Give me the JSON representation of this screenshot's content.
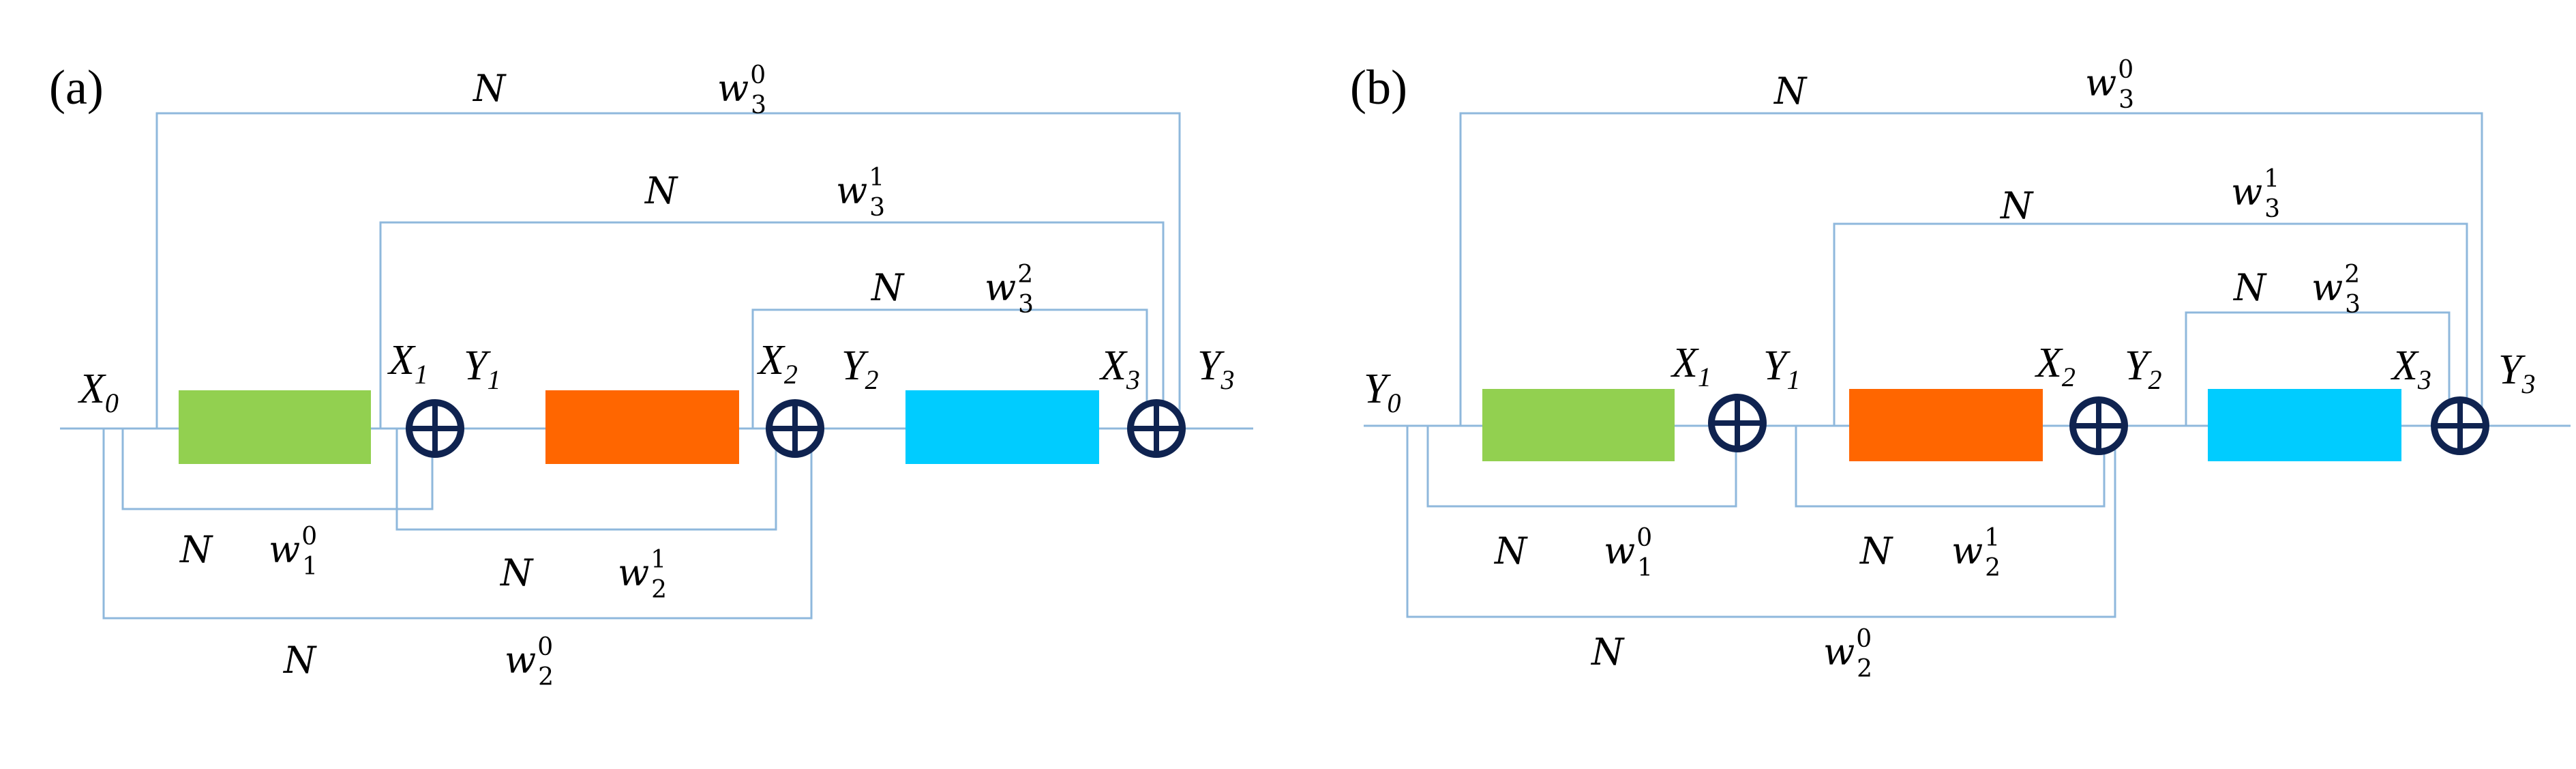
{
  "colors": {
    "wire": "#8fb8dc",
    "block1": "#92d050",
    "block2": "#ff6600",
    "block3": "#00ccff",
    "adder": "#0f2350"
  },
  "icons": {
    "adder": "circled-plus-icon"
  },
  "panels": [
    {
      "label": "(a)",
      "nodes": [
        {
          "base": "X",
          "sub": "0"
        },
        {
          "base": "X",
          "sub": "1"
        },
        {
          "base": "Y",
          "sub": "1"
        },
        {
          "base": "X",
          "sub": "2"
        },
        {
          "base": "Y",
          "sub": "2"
        },
        {
          "base": "X",
          "sub": "3"
        },
        {
          "base": "Y",
          "sub": "3"
        }
      ],
      "connections": [
        {
          "n": "N",
          "w": "w",
          "sup": "0",
          "sub": "3"
        },
        {
          "n": "N",
          "w": "w",
          "sup": "1",
          "sub": "3"
        },
        {
          "n": "N",
          "w": "w",
          "sup": "2",
          "sub": "3"
        },
        {
          "n": "N",
          "w": "w",
          "sup": "0",
          "sub": "1"
        },
        {
          "n": "N",
          "w": "w",
          "sup": "1",
          "sub": "2"
        },
        {
          "n": "N",
          "w": "w",
          "sup": "0",
          "sub": "2"
        }
      ]
    },
    {
      "label": "(b)",
      "nodes": [
        {
          "base": "Y",
          "sub": "0"
        },
        {
          "base": "X",
          "sub": "1"
        },
        {
          "base": "Y",
          "sub": "1"
        },
        {
          "base": "X",
          "sub": "2"
        },
        {
          "base": "Y",
          "sub": "2"
        },
        {
          "base": "X",
          "sub": "3"
        },
        {
          "base": "Y",
          "sub": "3"
        }
      ],
      "connections": [
        {
          "n": "N",
          "w": "w",
          "sup": "0",
          "sub": "3"
        },
        {
          "n": "N",
          "w": "w",
          "sup": "1",
          "sub": "3"
        },
        {
          "n": "N",
          "w": "w",
          "sup": "2",
          "sub": "3"
        },
        {
          "n": "N",
          "w": "w",
          "sup": "0",
          "sub": "1"
        },
        {
          "n": "N",
          "w": "w",
          "sup": "1",
          "sub": "2"
        },
        {
          "n": "N",
          "w": "w",
          "sup": "0",
          "sub": "2"
        }
      ]
    }
  ]
}
